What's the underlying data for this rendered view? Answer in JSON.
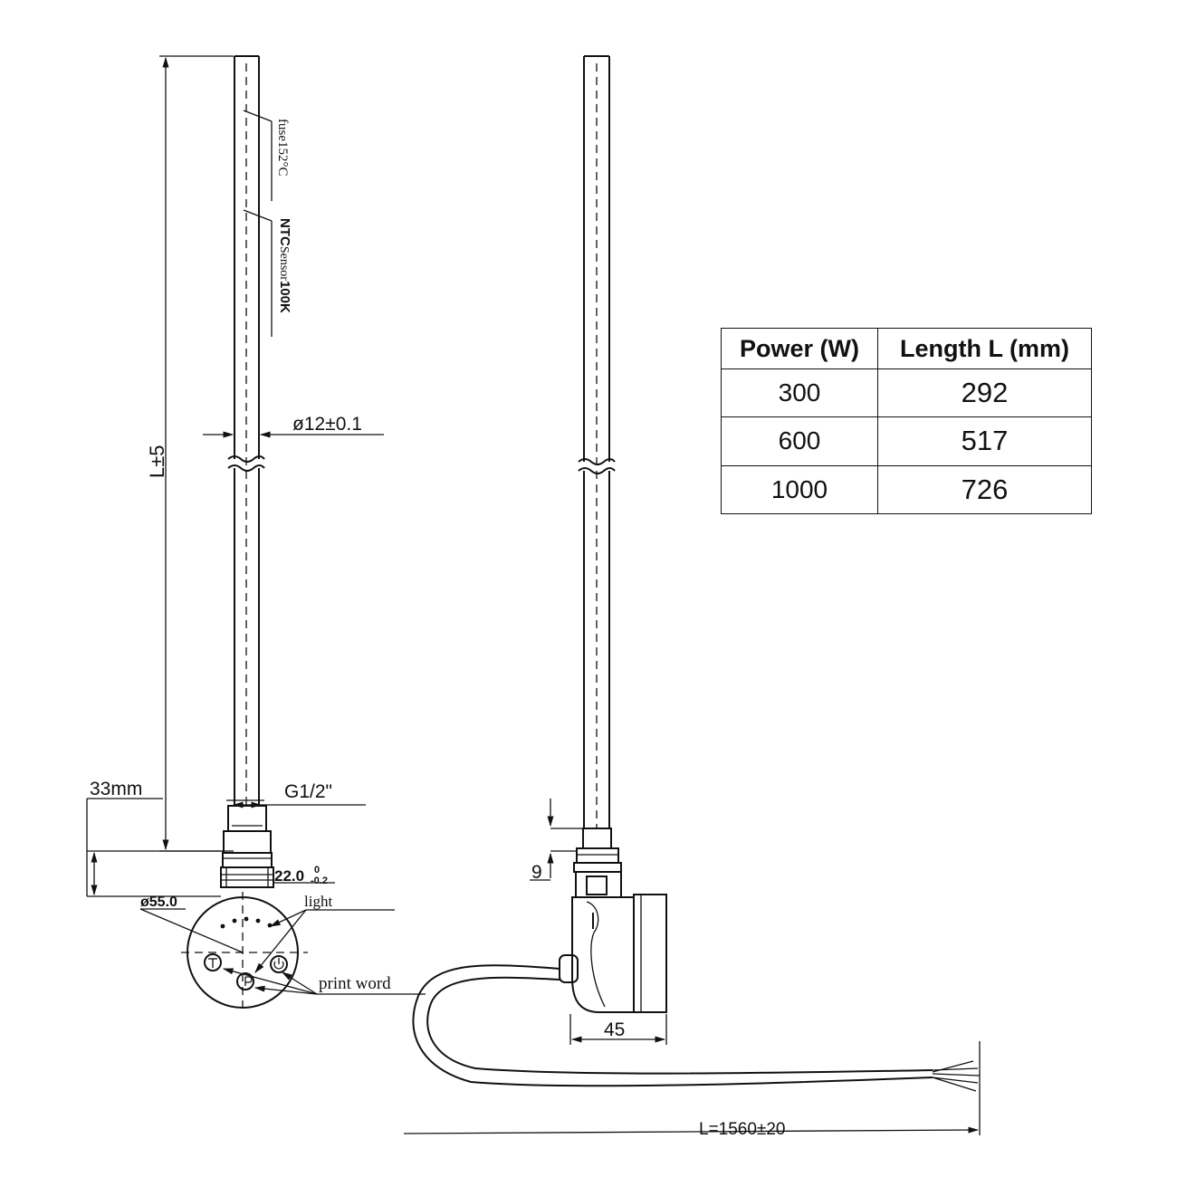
{
  "labels": {
    "fuse": "fuse152°C",
    "ntc_a": "NTC",
    "ntc_b": "Sensor",
    "ntc_c": "100K",
    "length_tol": "L±5",
    "diameter": "ø12±0.1",
    "thread": "G1/2\"",
    "height_33": "33mm",
    "dim_22_main": "22.0",
    "dim_22_upper": "0",
    "dim_22_lower": "-0.2",
    "dim_55": "ø55.0",
    "light": "light",
    "print_word": "print word",
    "dim_9": "9",
    "dim_45": "45",
    "cable_length": "L=1560±20"
  },
  "table": {
    "headers": [
      "Power (W)",
      "Length L (mm)"
    ],
    "rows": [
      [
        "300",
        "292"
      ],
      [
        "600",
        "517"
      ],
      [
        "1000",
        "726"
      ]
    ]
  }
}
